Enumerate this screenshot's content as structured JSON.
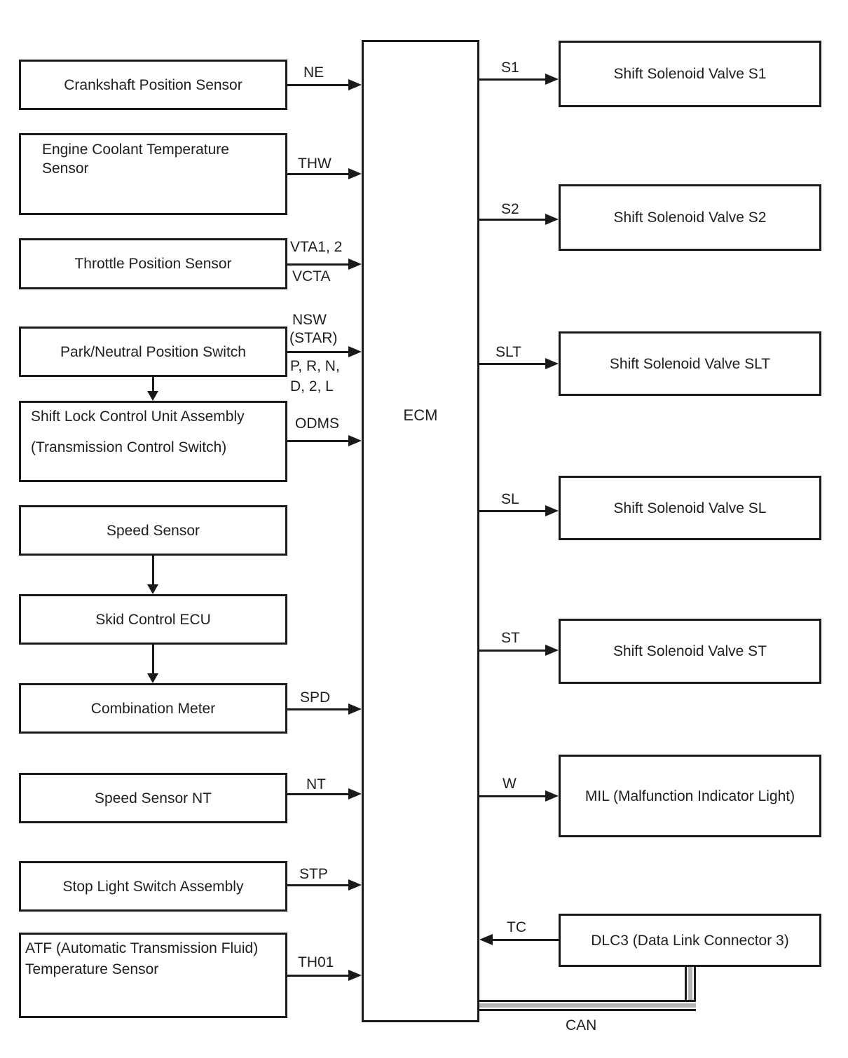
{
  "ecm": {
    "label": "ECM"
  },
  "inputs": {
    "crankshaft": {
      "label": "Crankshaft Position Sensor",
      "signal": "NE"
    },
    "coolant": {
      "label_line1": "Engine Coolant Temperature",
      "label_line2": "Sensor",
      "signal": "THW"
    },
    "throttle": {
      "label": "Throttle Position Sensor",
      "signal_above": "VTA1, 2",
      "signal_below": "VCTA"
    },
    "park_neutral": {
      "label": "Park/Neutral Position Switch",
      "signal_above_line1": "NSW",
      "signal_above_line2": "(STAR)",
      "signal_below_line1": "P, R, N,",
      "signal_below_line2": "D, 2, L"
    },
    "shift_lock": {
      "label_line1": "Shift Lock Control Unit Assembly",
      "label_line2": "(Transmission Control Switch)",
      "signal": "ODMS"
    },
    "speed_sensor": {
      "label": "Speed Sensor"
    },
    "skid_control_ecu": {
      "label": "Skid Control ECU"
    },
    "combination_meter": {
      "label": "Combination Meter",
      "signal": "SPD"
    },
    "speed_sensor_nt": {
      "label": "Speed Sensor NT",
      "signal": "NT"
    },
    "stop_light_switch": {
      "label": "Stop Light Switch Assembly",
      "signal": "STP"
    },
    "atf_temp_sensor": {
      "label_line1": "ATF (Automatic Transmission Fluid)",
      "label_line2": "Temperature Sensor",
      "signal": "TH01"
    }
  },
  "outputs": {
    "s1": {
      "label": "Shift Solenoid Valve S1",
      "signal": "S1"
    },
    "s2": {
      "label": "Shift Solenoid Valve S2",
      "signal": "S2"
    },
    "slt": {
      "label": "Shift Solenoid Valve SLT",
      "signal": "SLT"
    },
    "sl": {
      "label": "Shift Solenoid Valve SL",
      "signal": "SL"
    },
    "st": {
      "label": "Shift Solenoid Valve ST",
      "signal": "ST"
    },
    "mil": {
      "label": "MIL (Malfunction Indicator Light)",
      "signal": "W"
    },
    "dlc3": {
      "label": "DLC3 (Data Link Connector 3)",
      "signal": "TC"
    }
  },
  "bus": {
    "label": "CAN"
  },
  "colors": {
    "line": "#1a1a1a",
    "bus_fill": "#b2b2b2",
    "background": "#ffffff"
  }
}
